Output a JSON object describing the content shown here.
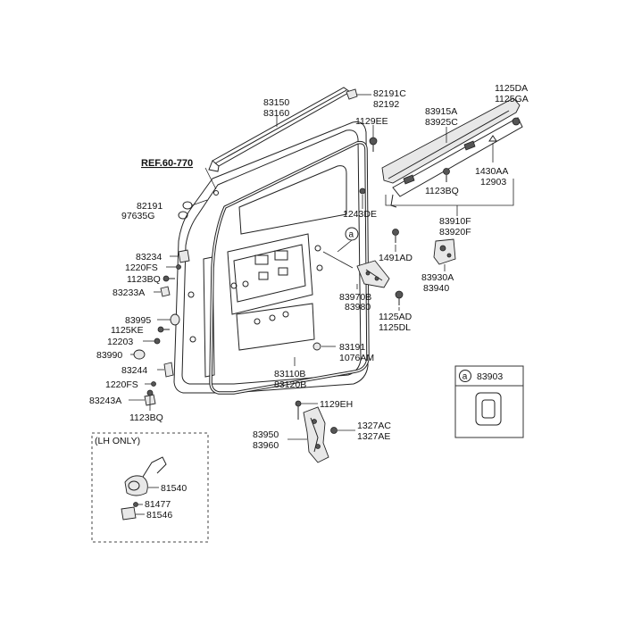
{
  "diagram": {
    "labels": {
      "l83150": "83150",
      "l83160": "83160",
      "l82191c": "82191C",
      "l82192": "82192",
      "l1129ee": "1129EE",
      "l83915a": "83915A",
      "l83925c": "83925C",
      "l1125da": "1125DA",
      "l1125ga": "1125GA",
      "ref": "REF.60-770",
      "l82191": "82191",
      "l97635g": "97635G",
      "l1430aa": "1430AA",
      "l12903": "12903",
      "l1123bq_top": "1123BQ",
      "l1243de": "1243DE",
      "l83910f": "83910F",
      "l83920f": "83920F",
      "circle_a": "a",
      "l1491ad": "1491AD",
      "l83234": "83234",
      "l1220fs_top": "1220FS",
      "l1123bq_left": "1123BQ",
      "l83233a": "83233A",
      "l83930a": "83930A",
      "l83940": "83940",
      "l83970b": "83970B",
      "l83980": "83980",
      "l83995": "83995",
      "l1125ke": "1125KE",
      "l1125ad": "1125AD",
      "l1125dl": "1125DL",
      "l12203": "12203",
      "l83990": "83990",
      "l83191": "83191",
      "l1076am": "1076AM",
      "l83244": "83244",
      "l1220fs_bottom": "1220FS",
      "l83110b": "83110B",
      "l83120b": "83120B",
      "l83243a": "83243A",
      "l1123bq_bottom": "1123BQ",
      "l1129eh": "1129EH",
      "l1327ac": "1327AC",
      "l1327ae": "1327AE",
      "l83950": "83950",
      "l83960": "83960",
      "lh_only": "(LH ONLY)",
      "l81540": "81540",
      "l81477": "81477",
      "l81546": "81546",
      "inset_a": "a",
      "l83903": "83903"
    }
  }
}
